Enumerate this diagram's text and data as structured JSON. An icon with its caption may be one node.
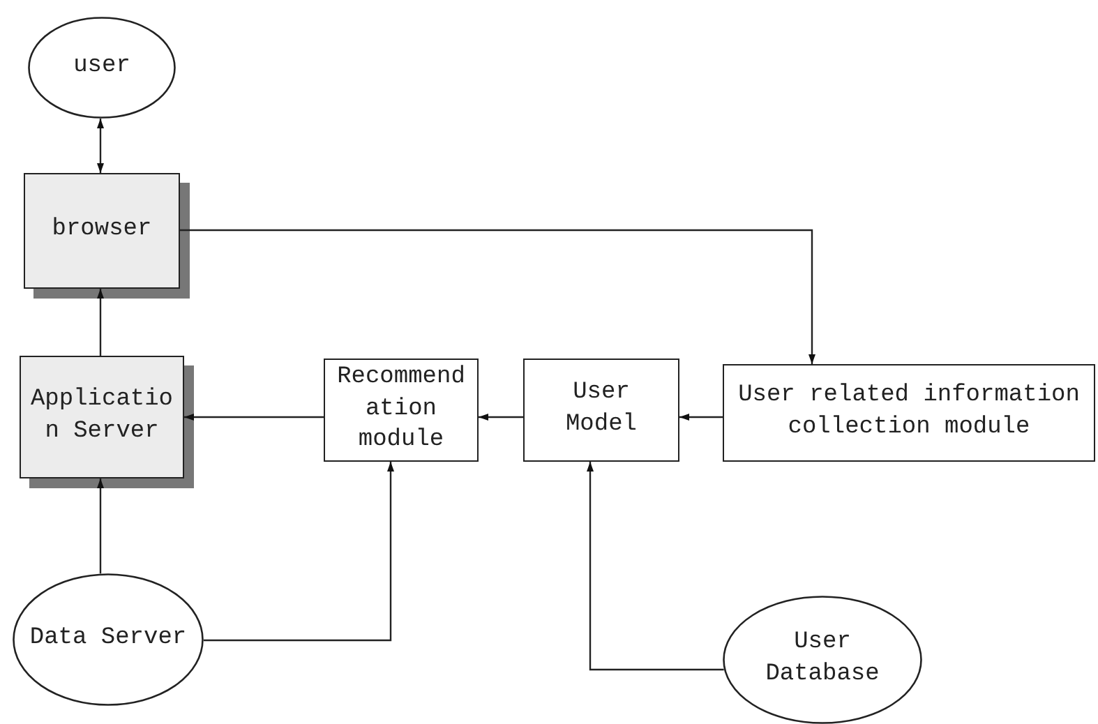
{
  "diagram": {
    "nodes": [
      {
        "text": [
          "user"
        ]
      },
      {
        "text": [
          "browser"
        ]
      },
      {
        "text": [
          "Application Server"
        ]
      },
      {
        "text": [
          "Recommendation module"
        ]
      },
      {
        "text": [
          "User Model"
        ]
      },
      {
        "text": [
          "User related information collection module"
        ]
      },
      {
        "text": [
          "Data Server"
        ]
      },
      {
        "text": [
          "User Database"
        ]
      }
    ],
    "edges": [
      {
        "from": 0,
        "to": 1,
        "arrow": "both"
      },
      {
        "from": 2,
        "to": 1,
        "arrow": "to"
      },
      {
        "from": 1,
        "to": 5,
        "arrow": "to"
      },
      {
        "from": 3,
        "to": 2,
        "arrow": "to"
      },
      {
        "from": 4,
        "to": 3,
        "arrow": "to"
      },
      {
        "from": 5,
        "to": 4,
        "arrow": "to"
      },
      {
        "from": 6,
        "to": 2,
        "arrow": "to"
      },
      {
        "from": 6,
        "to": 3,
        "arrow": "to"
      },
      {
        "from": 7,
        "to": 4,
        "arrow": "to"
      }
    ]
  }
}
